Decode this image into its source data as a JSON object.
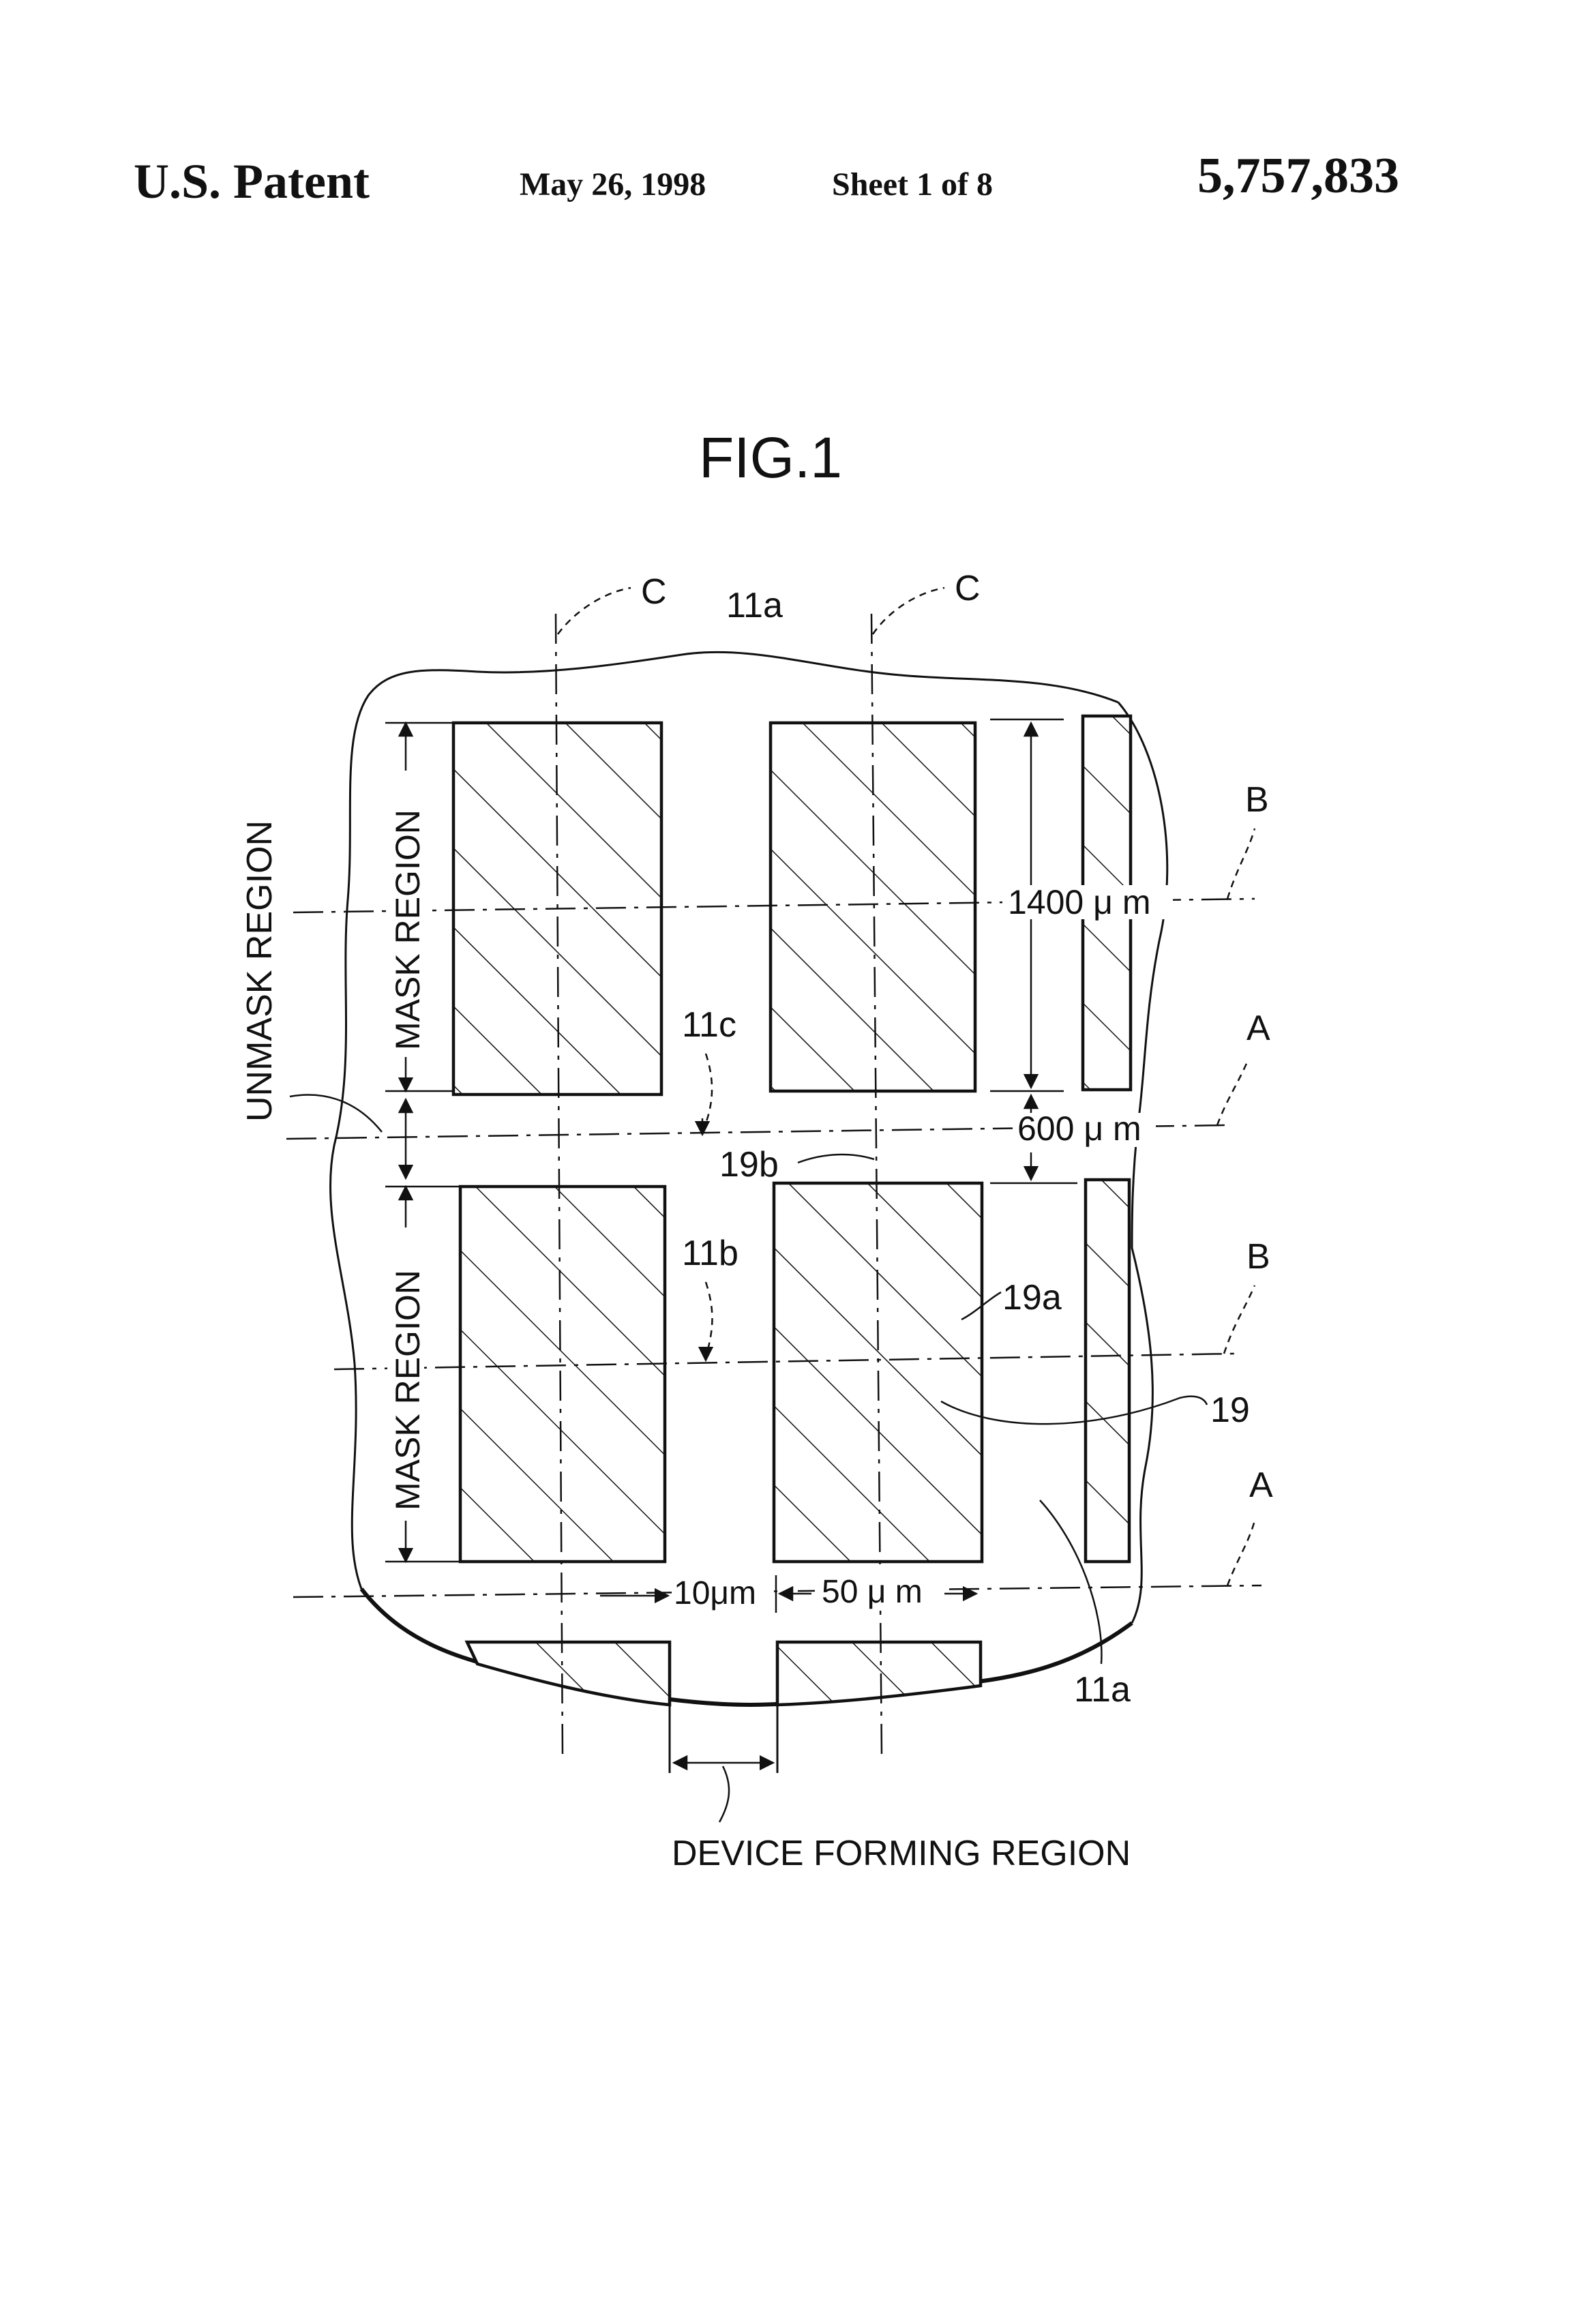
{
  "header": {
    "left": "U.S. Patent",
    "date": "May 26, 1998",
    "sheet": "Sheet 1 of 8",
    "number": "5,757,833"
  },
  "figure": {
    "title": "FIG.1",
    "labels": {
      "c_left": "C",
      "c_right": "C",
      "ref_11a_top": "11a",
      "ref_11a_bottom": "11a",
      "ref_11b": "11b",
      "ref_11c": "11c",
      "ref_19": "19",
      "ref_19a": "19a",
      "ref_19b": "19b",
      "b_upper": "B",
      "b_lower": "B",
      "a_upper": "A",
      "a_lower": "A"
    },
    "dimensions": {
      "height_1400": "1400 μ m",
      "gap_600": "600 μ m",
      "width_10": "10μm",
      "width_50": "50 μ m"
    },
    "regions": {
      "unmask": "UNMASK REGION",
      "mask_upper": "MASK REGION",
      "mask_lower": "MASK REGION",
      "device_forming": "DEVICE FORMING REGION"
    }
  }
}
